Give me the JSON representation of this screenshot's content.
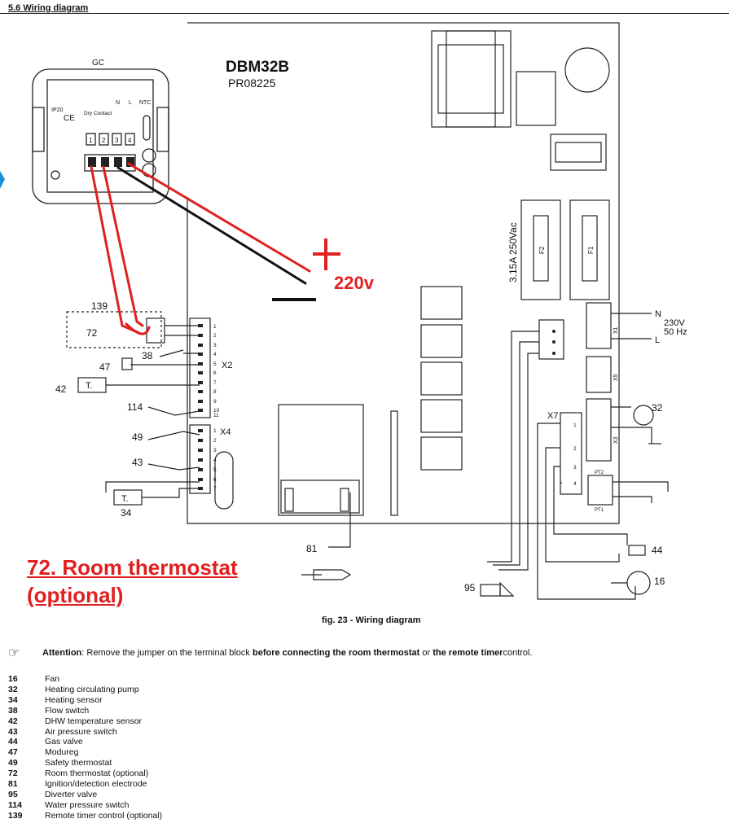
{
  "header": {
    "section_title": "5.6  Wiring diagram"
  },
  "board": {
    "model": "DBM32B",
    "code": "PR08225",
    "fuse_rating": "3.15A  250Vac",
    "fuse_labels": [
      "F2",
      "F1"
    ]
  },
  "thermostat": {
    "name": "GC",
    "labels": {
      "ip": "IP20",
      "ce": "CE",
      "dry_contact": "Dry Contact",
      "n": "N",
      "l": "L",
      "ntc": "NTC"
    },
    "terminals": [
      "1",
      "2",
      "3",
      "4"
    ]
  },
  "connectors": {
    "x2": "X2",
    "x4": "X4",
    "x7": "X7",
    "x1": "X1",
    "x5": "X5",
    "x3": "X3",
    "pt2": "PT2",
    "pt1": "PT1",
    "x2_pins": [
      "1",
      "2",
      "3",
      "4",
      "5",
      "6",
      "7",
      "8",
      "9",
      "10",
      "11"
    ],
    "x4_pins": [
      "1",
      "2",
      "3",
      "4",
      "5",
      "6",
      "7"
    ],
    "x7_pins": [
      "1",
      "2",
      "3",
      "4"
    ]
  },
  "supply": {
    "n": "N",
    "l": "L",
    "voltage": "230V",
    "freq": "50 Hz"
  },
  "components": {
    "c139": "139",
    "c72": "72",
    "c38": "38",
    "c47": "47",
    "c42": "42",
    "c114": "114",
    "c49": "49",
    "c43": "43",
    "c34": "34",
    "c81": "81",
    "c95": "95",
    "c44": "44",
    "c16": "16",
    "c32": "32",
    "t": "T."
  },
  "annotation": {
    "plus": "+",
    "minus": "—",
    "voltage": "220v",
    "room_line1": "72. Room thermostat",
    "room_line2": "(optional)"
  },
  "caption": "fig. 23 - Wiring diagram",
  "attention": {
    "label": "Attention",
    "text1": ": Remove the jumper on the terminal block ",
    "bold1": "before connecting the room thermostat",
    "text2": " or ",
    "bold2": "the remote timer",
    "text3": "control."
  },
  "legend": [
    {
      "num": "16",
      "label": "Fan"
    },
    {
      "num": "32",
      "label": "Heating circulating pump"
    },
    {
      "num": "34",
      "label": "Heating sensor"
    },
    {
      "num": "38",
      "label": "Flow switch"
    },
    {
      "num": "42",
      "label": "DHW temperature sensor"
    },
    {
      "num": "43",
      "label": "Air pressure switch"
    },
    {
      "num": "44",
      "label": "Gas valve"
    },
    {
      "num": "47",
      "label": "Modureg"
    },
    {
      "num": "49",
      "label": "Safety thermostat"
    },
    {
      "num": "72",
      "label": "Room thermostat (optional)"
    },
    {
      "num": "81",
      "label": "Ignition/detection electrode"
    },
    {
      "num": "95",
      "label": "Diverter valve"
    },
    {
      "num": "114",
      "label": "Water pressure switch"
    },
    {
      "num": "139",
      "label": "Remote timer control (optional)"
    }
  ]
}
